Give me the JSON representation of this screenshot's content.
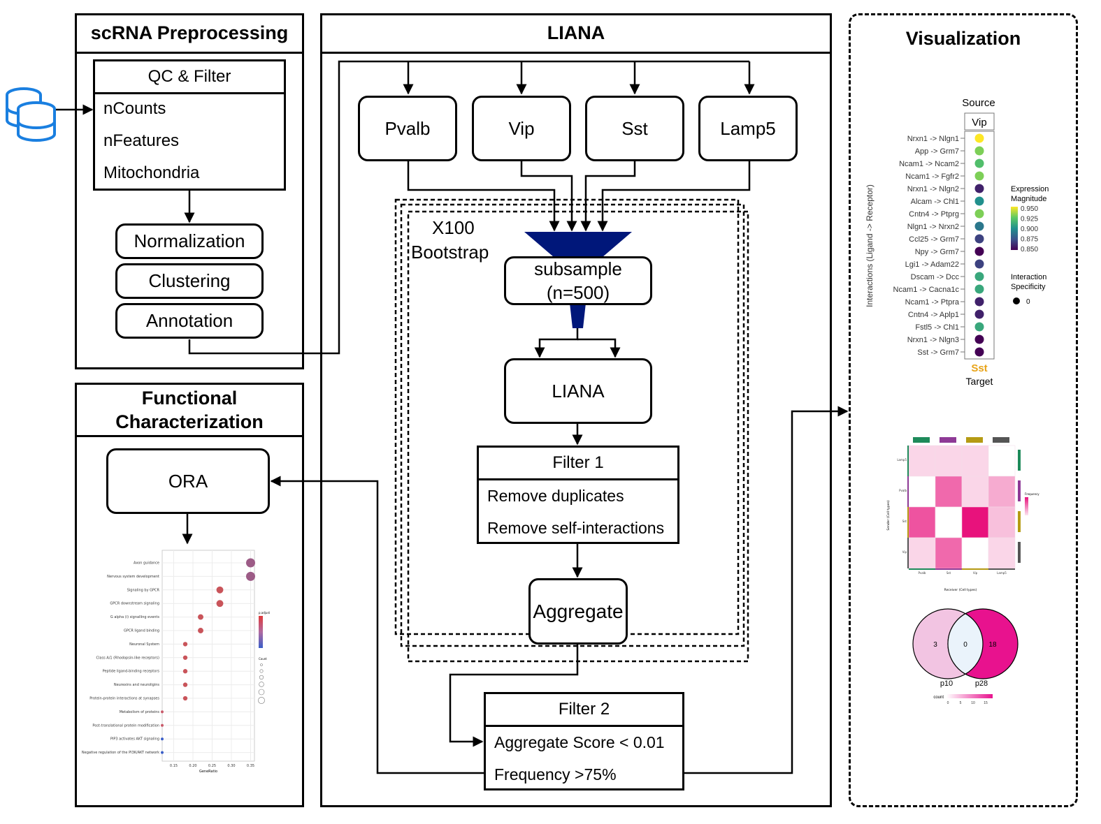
{
  "preprocessing": {
    "title": "scRNA Preprocessing",
    "qc_title": "QC & Filter",
    "qc_items": [
      "nCounts",
      "nFeatures",
      "Mitochondria"
    ],
    "steps": [
      "Normalization",
      "Clustering",
      "Annotation"
    ],
    "database_icon": "database-icon"
  },
  "functional": {
    "title_line1": "Functional",
    "title_line2": "Characterization",
    "ora_label": "ORA",
    "ora_plot": {
      "terms": [
        "Axon guidance",
        "Nervous system development",
        "Signaling by GPCR",
        "GPCR downstream signaling",
        "G alpha (i) signalling events",
        "GPCR ligand binding",
        "Neuronal System",
        "Class A/1 (Rhodopsin-like receptors)",
        "Peptide ligand-binding receptors",
        "Neurexins and neuroligins",
        "Protein-protein interactions at synapses",
        "Metabolism of proteins",
        "Post-translational protein modification",
        "PIP3 activates AKT signaling",
        "Negative regulation of the PI3K/AKT network"
      ],
      "gene_ratio": [
        0.35,
        0.35,
        0.27,
        0.27,
        0.22,
        0.22,
        0.18,
        0.18,
        0.18,
        0.18,
        0.18,
        0.12,
        0.12,
        0.12,
        0.12
      ],
      "x_ticks": [
        "0.15",
        "0.20",
        "0.25",
        "0.30",
        "0.35"
      ],
      "xlabel": "GeneRatio",
      "legend_title": "p.adjust",
      "count_title": "Count"
    }
  },
  "liana": {
    "title": "LIANA",
    "cell_types": [
      "Pvalb",
      "Vip",
      "Sst",
      "Lamp5"
    ],
    "bootstrap_line1": "X100",
    "bootstrap_line2": "Bootstrap",
    "subsample_line1": "subsample",
    "subsample_line2": "(n=500)",
    "liana_box": "LIANA",
    "filter1_title": "Filter 1",
    "filter1_items": [
      "Remove duplicates",
      "Remove self-interactions"
    ],
    "aggregate": "Aggregate",
    "filter2_title": "Filter 2",
    "filter2_items": [
      "Aggregate Score < 0.01",
      "Frequency >75%"
    ]
  },
  "visualization": {
    "title": "Visualization",
    "dotplot": {
      "source_label": "Source",
      "source_value": "Vip",
      "target_label": "Target",
      "target_value": "Sst",
      "ylabel": "Interactions (Ligand -> Receptor)",
      "interactions": [
        "Nrxn1 -> Nlgn1",
        "App -> Grm7",
        "Ncam1 -> Ncam2",
        "Ncam1 -> Fgfr2",
        "Nrxn1 -> Nlgn2",
        "Alcam -> Chl1",
        "Cntn4 -> Ptprg",
        "Nlgn1 -> Nrxn2",
        "Ccl25 -> Grm7",
        "Npy -> Grm7",
        "Lgi1 -> Adam22",
        "Dscam -> Dcc",
        "Ncam1 -> Cacna1c",
        "Ncam1 -> Ptpra",
        "Cntn4 -> Aplp1",
        "Fstl5 -> Chl1",
        "Nrxn1 -> Nlgn3",
        "Sst -> Grm7"
      ],
      "magnitude": [
        0.95,
        0.93,
        0.92,
        0.93,
        0.86,
        0.9,
        0.93,
        0.89,
        0.87,
        0.85,
        0.87,
        0.91,
        0.91,
        0.86,
        0.86,
        0.91,
        0.85,
        0.85
      ],
      "legend_title_1": "Expression",
      "legend_title_2": "Magnitude",
      "legend_ticks": [
        "0.950",
        "0.925",
        "0.900",
        "0.875",
        "0.850"
      ],
      "spec_title_1": "Interaction",
      "spec_title_2": "Specificity",
      "spec_value": "0"
    },
    "heatmap": {
      "row_labels": [
        "Lamp5",
        "Pvalb",
        "Sst",
        "Vip"
      ],
      "col_labels": [
        "Pvalb",
        "Sst",
        "Vip",
        "Lamp5"
      ],
      "values": [
        [
          0.1,
          0.1,
          0.1,
          0.0
        ],
        [
          0.0,
          0.6,
          0.1,
          0.3
        ],
        [
          0.7,
          0.0,
          1.0,
          0.2
        ],
        [
          0.1,
          0.6,
          0.0,
          0.1
        ]
      ],
      "xlabel": "Receiver (Cell types)",
      "ylabel": "Sender (Cell types)",
      "legend_title": "Frequency",
      "top_bar_colors": [
        "#1e8a5a",
        "#8e3a96",
        "#b59b14",
        "#555555"
      ]
    },
    "venn": {
      "left_value": "3",
      "middle_value": "0",
      "right_value": "18",
      "left_label": "p10",
      "right_label": "p28",
      "legend_title": "count",
      "legend_ticks": [
        "0",
        "5",
        "10",
        "15"
      ]
    }
  },
  "colors": {
    "funnel": "#00177a",
    "sst_label": "#e8a317",
    "db_icon": "#1a7fe0",
    "venn_left": "#f2c4e2",
    "venn_right": "#e8128e"
  }
}
